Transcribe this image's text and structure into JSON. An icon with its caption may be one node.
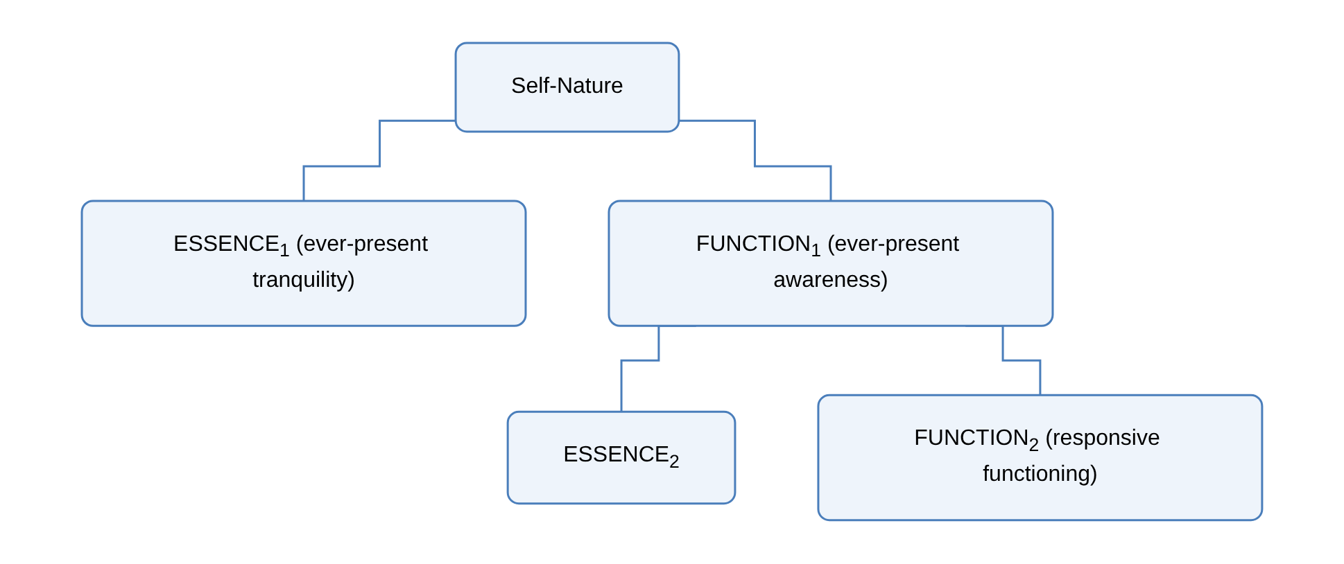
{
  "diagram": {
    "nodes": [
      {
        "text": [
          "Self-Nature"
        ]
      },
      {
        "text": [
          "ESSENCE$_{1}$ (ever-present tranquility)"
        ]
      },
      {
        "text": [
          "FUNCTION$_{1}$ (ever-present awareness)"
        ]
      },
      {
        "text": [
          "ESSENCE$_{2}$"
        ]
      },
      {
        "text": [
          "FUNCTION$_{2}$ (responsive functioning)"
        ]
      }
    ],
    "edges": [
      {
        "from": 0,
        "to": 1,
        "arrow": "none"
      },
      {
        "from": 0,
        "to": 2,
        "arrow": "none"
      },
      {
        "from": 2,
        "to": 3,
        "arrow": "none"
      },
      {
        "from": 2,
        "to": 4,
        "arrow": "none"
      }
    ]
  }
}
